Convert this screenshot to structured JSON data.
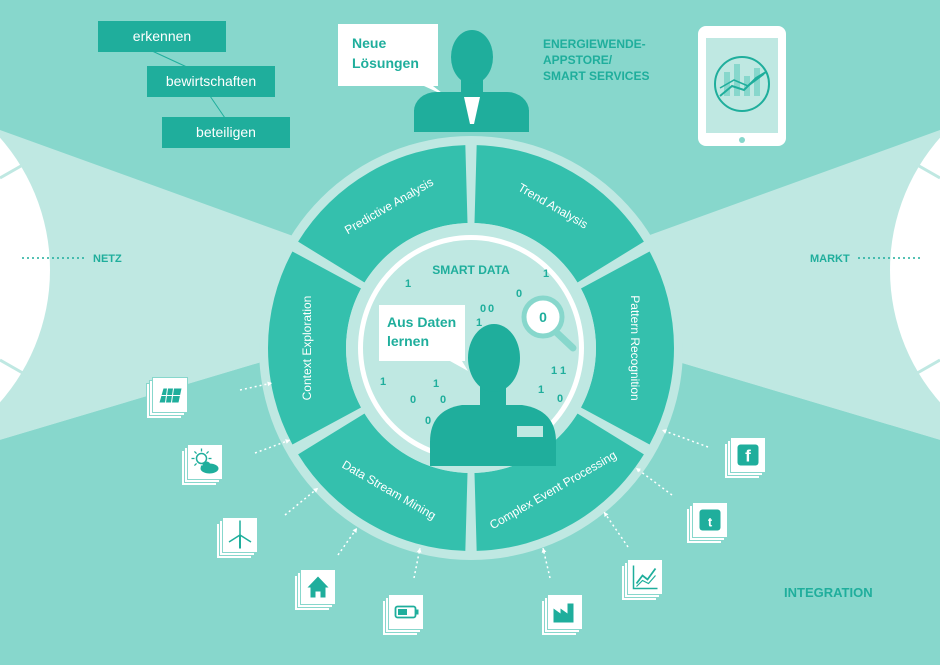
{
  "colors": {
    "teal_bg": "#87d7cc",
    "teal_light": "#bfe8e2",
    "teal_dark": "#1fae9c",
    "teal_mid": "#34c0ad",
    "white": "#ffffff"
  },
  "tags": [
    "erkennen",
    "bewirtschaften",
    "beteiligen"
  ],
  "callout_top": [
    "Neue",
    "Lösungen"
  ],
  "appstore": [
    "ENERGIEWENDE-",
    "APPSTORE/",
    "SMART SERVICES"
  ],
  "side": {
    "left": "NETZ",
    "right": "MARKT"
  },
  "integration": "INTEGRATION",
  "center": {
    "title": "SMART DATA",
    "callout": [
      "Aus Daten",
      "lernen"
    ],
    "digits": [
      "1",
      "0",
      "1",
      "0",
      "0",
      "1",
      "1",
      "1",
      "1",
      "0",
      "0",
      "0",
      "1",
      "1",
      "0"
    ],
    "magnifier_digit": "0"
  },
  "segments": [
    "Predictive Analysis",
    "Trend Analysis",
    "Pattern Recognition",
    "Complex Event Processing",
    "Data Stream Mining",
    "Context Exploration"
  ],
  "sources": [
    "solar-panel-icon",
    "weather-icon",
    "wind-turbine-icon",
    "house-icon",
    "battery-icon",
    "factory-icon",
    "chart-icon",
    "twitter-icon",
    "facebook-icon"
  ]
}
